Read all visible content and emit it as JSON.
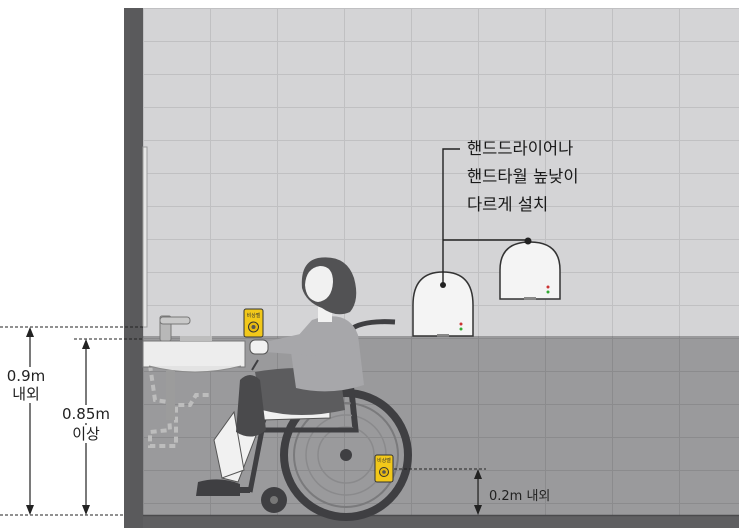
{
  "diagram": {
    "callout": {
      "line1": "핸드드라이어나",
      "line2": "핸드타월 높낮이",
      "line3": "다르게 설치"
    },
    "dimensions": {
      "outer_value": "0.9m",
      "outer_note": "내외",
      "inner_value": "0.85m",
      "inner_note": "이상",
      "bottom": "0.2m 내외"
    },
    "emergency_bell_label": "비상벨"
  },
  "colors": {
    "wall_upper": "#d4d4d6",
    "wall_lower": "#9a9a9c",
    "wall_edge": "#5a5a5c",
    "floor": "#5f5f61",
    "tile_line": "#bfbfc1",
    "wheelchair": "#3f3f42",
    "shirt": "#a7a7aa",
    "skin": "#f1f1f1",
    "hair": "#525254",
    "bell": "#f2c81a",
    "dryer": "#f4f4f4"
  }
}
